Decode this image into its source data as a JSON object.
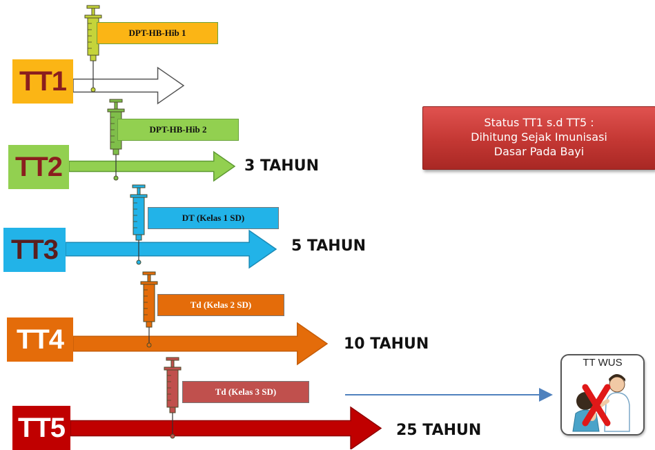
{
  "rows": [
    {
      "label": "TT1",
      "vaccine": "DPT-HB-Hib 1",
      "duration": "",
      "box_color": "#fbb515",
      "text_color": "#8a1e1e",
      "arrow_color": "#ffffff",
      "arrow_stroke": "#555555",
      "vaccine_color": "#fbb515",
      "syringe_color": "#c5d43a"
    },
    {
      "label": "TT2",
      "vaccine": "DPT-HB-Hib 2",
      "duration": "3  TAHUN",
      "box_color": "#92d050",
      "text_color": "#8a1e1e",
      "arrow_color": "#92d050",
      "arrow_stroke": "#5e9a33",
      "vaccine_color": "#92d050",
      "syringe_color": "#7fbe4a"
    },
    {
      "label": "TT3",
      "vaccine": "DT (Kelas 1 SD)",
      "duration": "5  TAHUN",
      "box_color": "#22b3e8",
      "text_color": "#5a1e1e",
      "arrow_color": "#22b3e8",
      "arrow_stroke": "#1a8ab5",
      "vaccine_color": "#22b3e8",
      "syringe_color": "#22b3e8"
    },
    {
      "label": "TT4",
      "vaccine": "Td (Kelas 2 SD)",
      "duration": "10  TAHUN",
      "box_color": "#e46c0a",
      "text_color": "#ffffff",
      "arrow_color": "#e46c0a",
      "arrow_stroke": "#c45c08",
      "vaccine_color": "#e46c0a",
      "syringe_color": "#e46c0a"
    },
    {
      "label": "TT5",
      "vaccine": "Td (Kelas 3 SD)",
      "duration": "25  TAHUN",
      "box_color": "#c00000",
      "text_color": "#ffffff",
      "arrow_color": "#c00000",
      "arrow_stroke": "#900000",
      "vaccine_color": "#c0504d",
      "syringe_color": "#c0504d"
    }
  ],
  "status": {
    "line1": "Status TT1 s.d TT5 :",
    "line2": "Dihitung Sejak Imunisasi",
    "line3": "Dasar Pada Bayi"
  },
  "wus": {
    "label": "TT WUS",
    "icon": "no-injection-icon"
  },
  "connector_color": "#4f81bd"
}
